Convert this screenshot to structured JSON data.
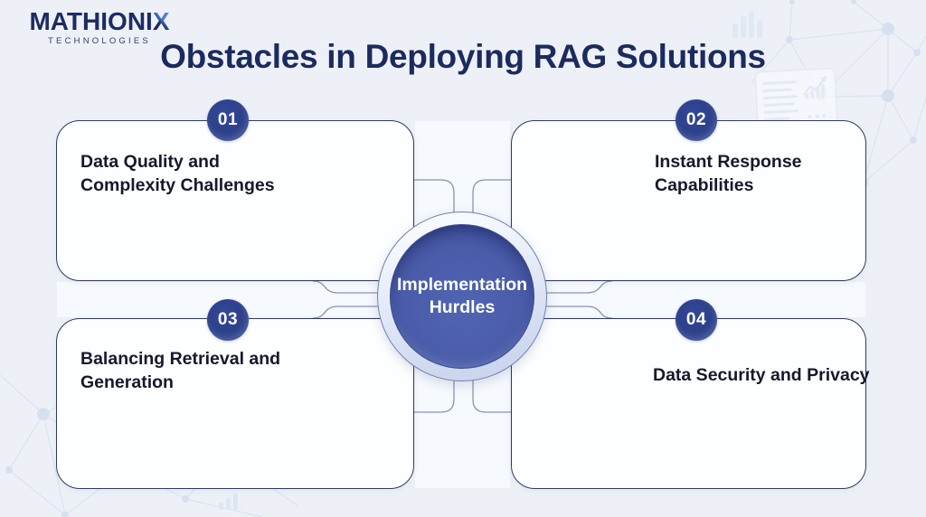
{
  "brand": {
    "name_main": "MATHIONI",
    "name_accent": "X",
    "tagline": "TECHNOLOGIES"
  },
  "title": "Obstacles in Deploying RAG Solutions",
  "center": {
    "label": "Implementation Hurdles"
  },
  "items": [
    {
      "number": "01",
      "label": "Data Quality and Complexity Challenges"
    },
    {
      "number": "02",
      "label": "Instant Response Capabilities"
    },
    {
      "number": "03",
      "label": "Balancing Retrieval and Generation"
    },
    {
      "number": "04",
      "label": "Data Security and Privacy"
    }
  ],
  "decor_icons": [
    "network-mesh",
    "bar-chart",
    "report-chart",
    "sparkle"
  ],
  "colors": {
    "background": "#edf1f7",
    "title_navy": "#1c2b5e",
    "badge_blue": "#2c3f87",
    "hub_blue": "#4a5ca9",
    "card_border": "#2f3a63",
    "logo_accent": "#4d82d8",
    "connector_line": "#8a94b2",
    "decor_blue": "#dde5f1"
  }
}
